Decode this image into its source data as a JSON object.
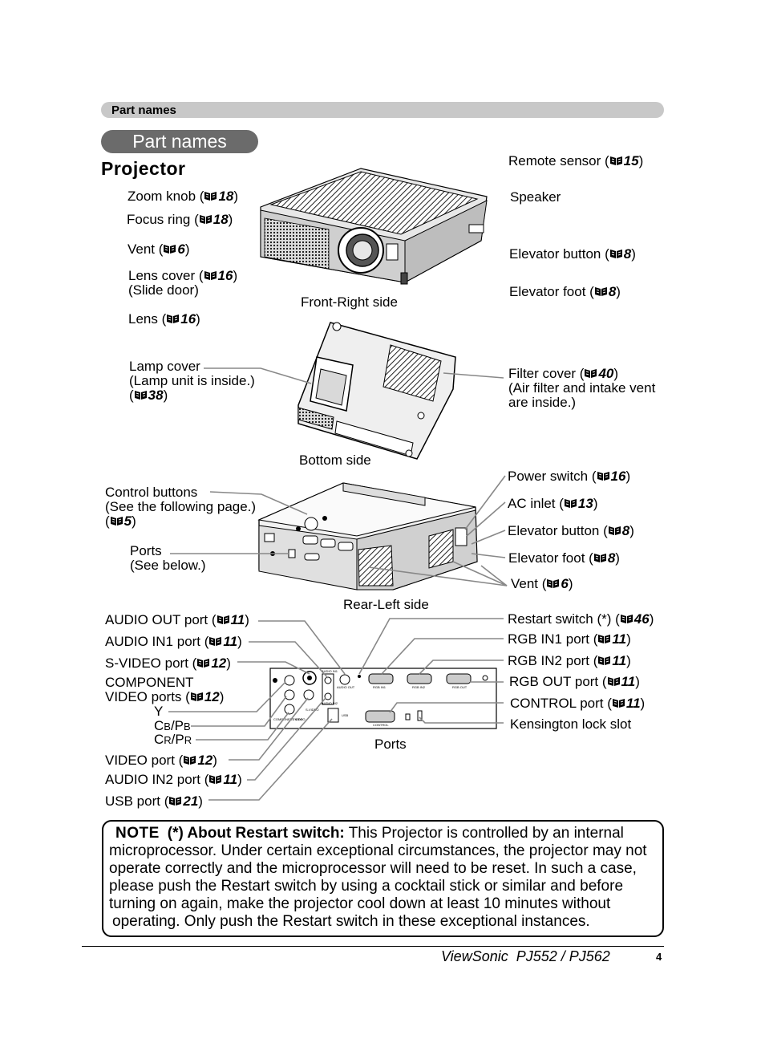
{
  "header": {
    "bar_text": "Part names",
    "pill_text": "Part names"
  },
  "section_title": "Projector",
  "captions": {
    "front": "Front-Right side",
    "bottom": "Bottom side",
    "rear": "Rear-Left side",
    "ports": "Ports"
  },
  "labels": {
    "zoom_knob": {
      "text": "Zoom knob (",
      "page": "18",
      "close": ")"
    },
    "focus_ring": {
      "text": "Focus ring (",
      "page": "18",
      "close": ")"
    },
    "vent_front": {
      "text": "Vent (",
      "page": "6",
      "close": ")"
    },
    "lens_cover": {
      "text": "Lens cover (",
      "page": "16",
      "close": ")",
      "line2": "(Slide door)"
    },
    "lens": {
      "text": "Lens (",
      "page": "16",
      "close": ")"
    },
    "remote_sensor": {
      "text": "Remote sensor (",
      "page": "15",
      "close": ")"
    },
    "speaker": {
      "text": "Speaker"
    },
    "elevator_button_front": {
      "text": "Elevator button (",
      "page": "8",
      "close": ")"
    },
    "elevator_foot_front": {
      "text": "Elevator foot (",
      "page": "8",
      "close": ")"
    },
    "lamp_cover": {
      "line1": "Lamp cover",
      "line2": "(Lamp unit is inside.)",
      "text": "(",
      "page": "38",
      "close": ")"
    },
    "filter_cover": {
      "text": "Filter cover (",
      "page": "40",
      "close": ")",
      "line2": "(Air filter and intake vent",
      "line3": "are inside.)"
    },
    "control_buttons": {
      "line1": "Control buttons",
      "line2": "(See the following page.)",
      "text": "(",
      "page": "5",
      "close": ")"
    },
    "ports_rear": {
      "line1": "Ports",
      "line2": "(See below.)"
    },
    "power_switch": {
      "text": "Power switch (",
      "page": "16",
      "close": ")"
    },
    "ac_inlet": {
      "text": "AC inlet (",
      "page": "13",
      "close": ")"
    },
    "elevator_button_rear": {
      "text": "Elevator button (",
      "page": "8",
      "close": ")"
    },
    "elevator_foot_rear": {
      "text": "Elevator foot (",
      "page": "8",
      "close": ")"
    },
    "vent_rear": {
      "text": "Vent (",
      "page": "6",
      "close": ")"
    },
    "audio_out": {
      "text": "AUDIO OUT port (",
      "page": "11",
      "close": ")"
    },
    "audio_in1": {
      "text": "AUDIO IN1 port (",
      "page": "11",
      "close": ")"
    },
    "svideo": {
      "text": "S-VIDEO port (",
      "page": "12",
      "close": ")"
    },
    "component": {
      "line1": "COMPONENT",
      "text": "VIDEO ports (",
      "page": "12",
      "close": ")"
    },
    "comp_y": "Y",
    "comp_cb": {
      "big": "C",
      "small": "B",
      "sep": "/P",
      "small2": "B"
    },
    "comp_cr": {
      "big": "C",
      "small": "R",
      "sep": "/P",
      "small2": "R"
    },
    "video": {
      "text": "VIDEO port (",
      "page": "12",
      "close": ")"
    },
    "audio_in2": {
      "text": "AUDIO IN2 port (",
      "page": "11",
      "close": ")"
    },
    "usb": {
      "text": "USB port (",
      "page": "21",
      "close": ")"
    },
    "restart": {
      "text": "Restart switch (*) (",
      "page": "46",
      "close": ")"
    },
    "rgb_in1": {
      "text": "RGB IN1 port (",
      "page": "11",
      "close": ")"
    },
    "rgb_in2": {
      "text": "RGB IN2 port (",
      "page": "11",
      "close": ")"
    },
    "rgb_out": {
      "text": "RGB OUT port (",
      "page": "11",
      "close": ")"
    },
    "control_port": {
      "text": "CONTROL port (",
      "page": "11",
      "close": ")"
    },
    "kensington": {
      "text": "Kensington lock slot"
    }
  },
  "panel_labels": {
    "audio_in1": "AUDIO IN1",
    "audio_out": "AUDIO OUT",
    "rgb_in1": "RGB IN1",
    "rgb_in2": "RGB IN2",
    "rgb_out": "RGB OUT",
    "control": "CONTROL",
    "svideo": "S-VIDEO",
    "video": "VIDEO",
    "component": "COMPONENT VIDEO",
    "usb": "USB",
    "audio_in2": "AUDIO IN2"
  },
  "note": {
    "label": "NOTE",
    "title": "(*) About Restart switch:",
    "line1": "This Projector is controlled by an internal",
    "line2": "microprocessor. Under certain exceptional circumstances, the projector may not",
    "line3": "operate correctly and the microprocessor will need to be reset. In such a case,",
    "line4": "please push the Restart switch by using a cocktail stick or similar and before",
    "line5": "turning on again, make the projector cool down at least 10 minutes without",
    "line6": "operating. Only push the Restart switch in these exceptional instances."
  },
  "footer": {
    "model": "ViewSonic  PJ552 / PJ562",
    "page": "4"
  },
  "colors": {
    "accent": "#000000",
    "pill": "#6b6b6b",
    "header_bar": "#c8c8c8"
  }
}
